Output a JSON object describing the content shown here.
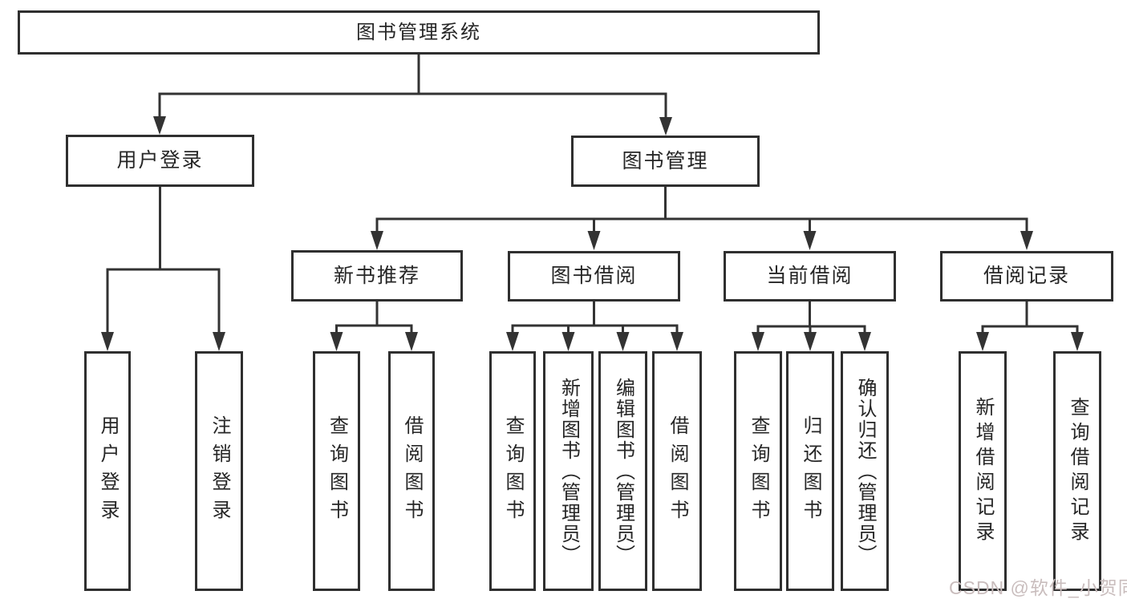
{
  "diagram": {
    "root": {
      "label": "图书管理系统"
    },
    "level2": [
      {
        "label": "用户登录"
      },
      {
        "label": "图书管理"
      }
    ],
    "level3": [
      {
        "label": "新书推荐"
      },
      {
        "label": "图书借阅"
      },
      {
        "label": "当前借阅"
      },
      {
        "label": "借阅记录"
      }
    ],
    "leaves": [
      {
        "label": "用户登录"
      },
      {
        "label": "注销登录"
      },
      {
        "label": "查询图书"
      },
      {
        "label": "借阅图书"
      },
      {
        "label": "查询图书"
      },
      {
        "label": "新增图书（管理员）"
      },
      {
        "label": "编辑图书（管理员）"
      },
      {
        "label": "借阅图书"
      },
      {
        "label": "查询图书"
      },
      {
        "label": "归还图书"
      },
      {
        "label": "确认归还（管理员）"
      },
      {
        "label": "新增借阅记录"
      },
      {
        "label": "查询借阅记录"
      }
    ]
  },
  "watermark": {
    "text": "CSDN @软件_小贺同学"
  },
  "colors": {
    "line": "#333333",
    "text": "#262626",
    "box_border": "#2f2f2f",
    "background": "#ffffff",
    "watermark": "#c9bdbd"
  }
}
